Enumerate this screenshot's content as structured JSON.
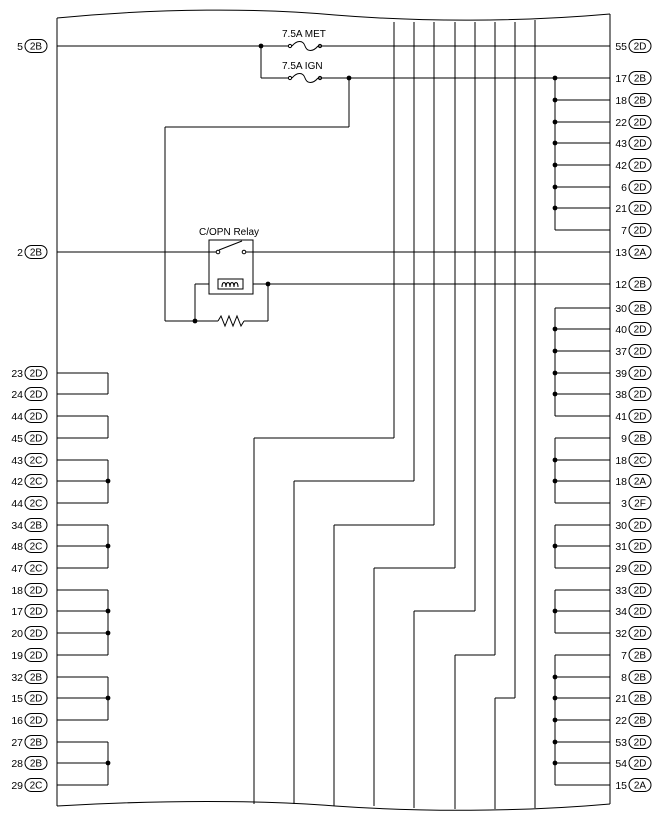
{
  "fuses": [
    {
      "label": "7.5A MET"
    },
    {
      "label": "7.5A IGN"
    }
  ],
  "relay": {
    "label": "C/OPN Relay"
  },
  "left_terminals": [
    {
      "num": "5",
      "conn": "2B"
    },
    {
      "num": "2",
      "conn": "2B"
    },
    {
      "num": "23",
      "conn": "2D"
    },
    {
      "num": "24",
      "conn": "2D"
    },
    {
      "num": "44",
      "conn": "2D"
    },
    {
      "num": "45",
      "conn": "2D"
    },
    {
      "num": "43",
      "conn": "2C"
    },
    {
      "num": "42",
      "conn": "2C"
    },
    {
      "num": "44",
      "conn": "2C"
    },
    {
      "num": "34",
      "conn": "2B"
    },
    {
      "num": "48",
      "conn": "2C"
    },
    {
      "num": "47",
      "conn": "2C"
    },
    {
      "num": "18",
      "conn": "2D"
    },
    {
      "num": "17",
      "conn": "2D"
    },
    {
      "num": "20",
      "conn": "2D"
    },
    {
      "num": "19",
      "conn": "2D"
    },
    {
      "num": "32",
      "conn": "2B"
    },
    {
      "num": "15",
      "conn": "2D"
    },
    {
      "num": "16",
      "conn": "2D"
    },
    {
      "num": "27",
      "conn": "2B"
    },
    {
      "num": "28",
      "conn": "2B"
    },
    {
      "num": "29",
      "conn": "2C"
    }
  ],
  "right_terminals": [
    {
      "num": "55",
      "conn": "2D"
    },
    {
      "num": "17",
      "conn": "2B"
    },
    {
      "num": "18",
      "conn": "2B"
    },
    {
      "num": "22",
      "conn": "2D"
    },
    {
      "num": "43",
      "conn": "2D"
    },
    {
      "num": "42",
      "conn": "2D"
    },
    {
      "num": "6",
      "conn": "2D"
    },
    {
      "num": "21",
      "conn": "2D"
    },
    {
      "num": "7",
      "conn": "2D"
    },
    {
      "num": "13",
      "conn": "2A"
    },
    {
      "num": "12",
      "conn": "2B"
    },
    {
      "num": "30",
      "conn": "2B"
    },
    {
      "num": "40",
      "conn": "2D"
    },
    {
      "num": "37",
      "conn": "2D"
    },
    {
      "num": "39",
      "conn": "2D"
    },
    {
      "num": "38",
      "conn": "2D"
    },
    {
      "num": "41",
      "conn": "2D"
    },
    {
      "num": "9",
      "conn": "2B"
    },
    {
      "num": "18",
      "conn": "2C"
    },
    {
      "num": "18",
      "conn": "2A"
    },
    {
      "num": "3",
      "conn": "2F"
    },
    {
      "num": "30",
      "conn": "2D"
    },
    {
      "num": "31",
      "conn": "2D"
    },
    {
      "num": "29",
      "conn": "2D"
    },
    {
      "num": "33",
      "conn": "2D"
    },
    {
      "num": "34",
      "conn": "2D"
    },
    {
      "num": "32",
      "conn": "2D"
    },
    {
      "num": "7",
      "conn": "2B"
    },
    {
      "num": "8",
      "conn": "2B"
    },
    {
      "num": "21",
      "conn": "2B"
    },
    {
      "num": "22",
      "conn": "2B"
    },
    {
      "num": "53",
      "conn": "2D"
    },
    {
      "num": "54",
      "conn": "2D"
    },
    {
      "num": "15",
      "conn": "2A"
    }
  ]
}
